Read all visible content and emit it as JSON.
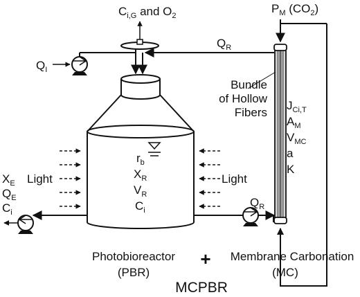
{
  "exhaust": {
    "main": "C",
    "sub": "i,G",
    "rest": " and O",
    "sub2": "2"
  },
  "pm": {
    "main": "P",
    "sub": "M",
    "rest": " (CO",
    "sub2": "2",
    "close": ")"
  },
  "q_in": {
    "main": "Q",
    "sub": "I"
  },
  "q_r_top": {
    "main": "Q",
    "sub": "R"
  },
  "q_r_bottom": {
    "main": "Q",
    "sub": "R"
  },
  "bundle_label": [
    "Bundle",
    "of Hollow",
    "Fibers"
  ],
  "mc_params": [
    {
      "main": "J",
      "sub": "Ci,T"
    },
    {
      "main": "A",
      "sub": "M"
    },
    {
      "main": "V",
      "sub": "MC"
    },
    {
      "main": "a",
      "sub": ""
    },
    {
      "main": "K",
      "sub": ""
    }
  ],
  "pbr_params": [
    {
      "main": "r",
      "sub": "b"
    },
    {
      "main": "X",
      "sub": "R"
    },
    {
      "main": "V",
      "sub": "R"
    },
    {
      "main": "C",
      "sub": "i"
    }
  ],
  "effluent": [
    {
      "main": "X",
      "sub": "E"
    },
    {
      "main": "Q",
      "sub": "E"
    },
    {
      "main": "C",
      "sub": "i"
    }
  ],
  "light_left": "Light",
  "light_right": "Light",
  "pbr_caption": [
    "Photobioreactor",
    "(PBR)"
  ],
  "plus": "+",
  "mc_caption": [
    "Membrane Carbonation",
    "(MC)"
  ],
  "system_title": "MCPBR"
}
